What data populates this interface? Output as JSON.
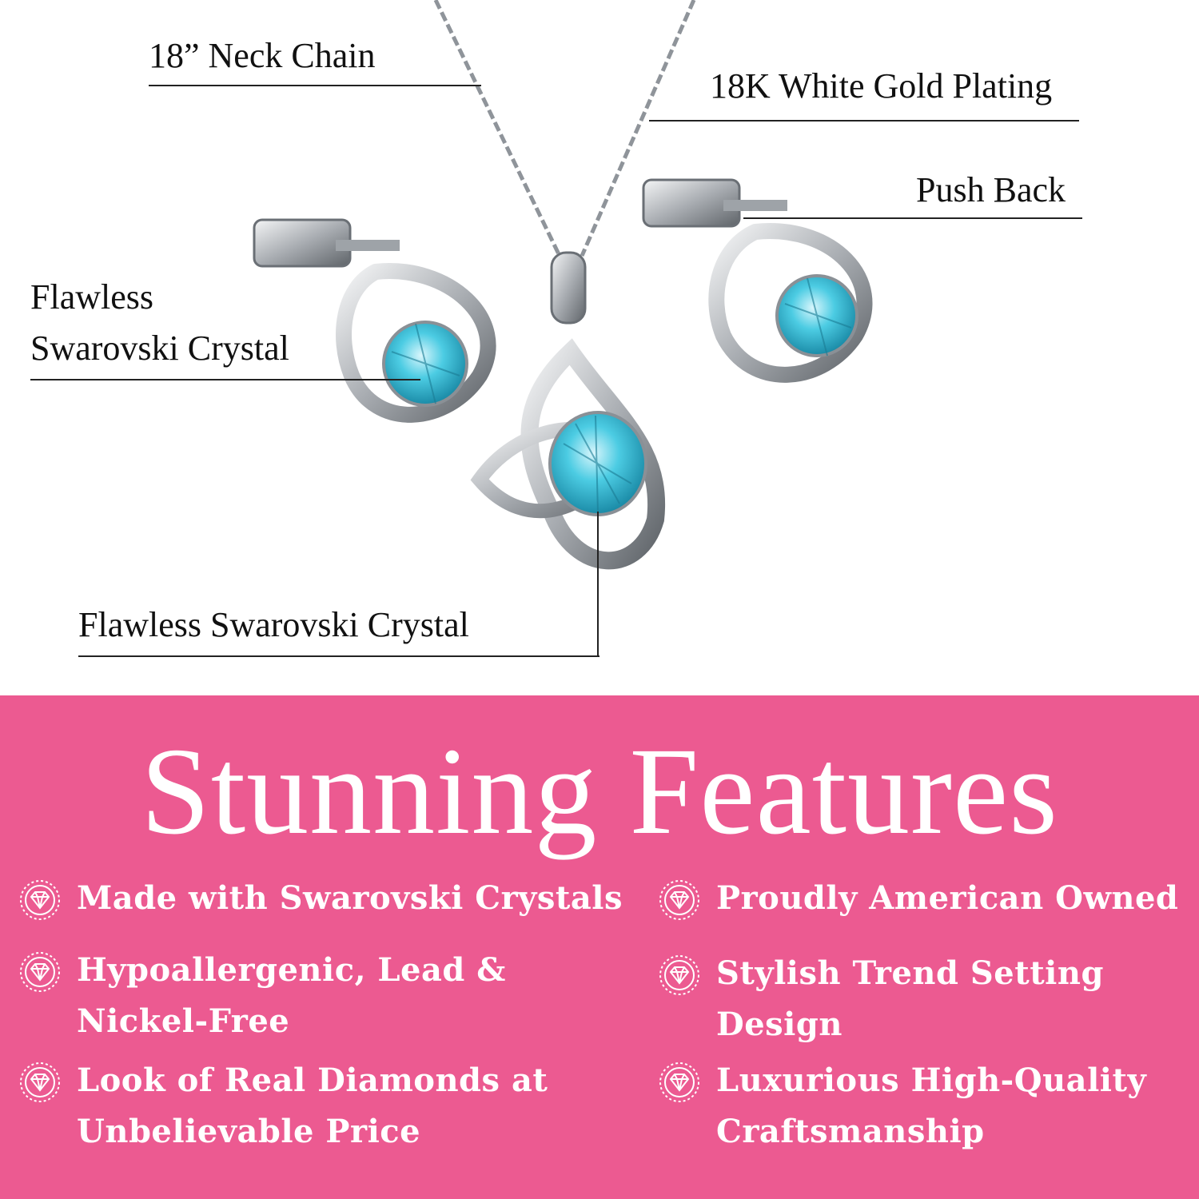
{
  "callouts": {
    "neck_chain": "18” Neck Chain",
    "plating": "18K White Gold Plating",
    "push_back": "Push Back",
    "earring_crystal_line1": "Flawless",
    "earring_crystal_line2": "Swarovski Crystal",
    "pendant_crystal": "Flawless Swarovski Crystal"
  },
  "features": {
    "title": "Stunning Features",
    "left": [
      {
        "line1": "Made with Swarovski Crystals",
        "line2": ""
      },
      {
        "line1": "Hypoallergenic, Lead &",
        "line2": "Nickel-Free"
      },
      {
        "line1": "Look of Real Diamonds at",
        "line2": "Unbelievable Price"
      }
    ],
    "right": [
      {
        "line1": "Proudly American Owned",
        "line2": ""
      },
      {
        "line1": "Stylish Trend Setting",
        "line2": "Design"
      },
      {
        "line1": "Luxurious High-Quality",
        "line2": "Craftsmanship"
      }
    ],
    "icon": "diamond-badge-icon"
  },
  "colors": {
    "band": "#ec5a91",
    "text_light": "#ffffff",
    "text_dark": "#111111",
    "crystal": "#3fc3dc",
    "metal": "#c9ccd0"
  }
}
